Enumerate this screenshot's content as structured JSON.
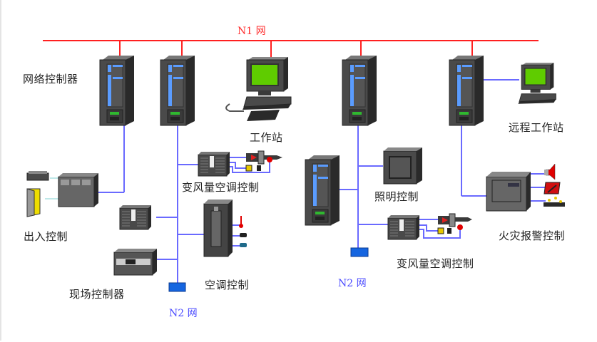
{
  "networks": {
    "n1": {
      "label": "N1 网",
      "color": "#ff2020"
    },
    "n2_left": {
      "label": "N2 网",
      "color": "#5050ff"
    },
    "n2_right": {
      "label": "N2 网",
      "color": "#5050ff"
    }
  },
  "labels": {
    "network_controller": "网络控制器",
    "workstation": "工作站",
    "remote_workstation": "远程工作站",
    "access_control": "出入控制",
    "vav_control_left": "变风量空调控制",
    "ac_control": "空调控制",
    "field_controller": "现场控制器",
    "lighting_control": "照明控制",
    "vav_control_right": "变风量空调控制",
    "fire_alarm_control": "火灾报警控制"
  },
  "colors": {
    "bus_red": "#ff2020",
    "bus_blue": "#6a6aff",
    "screen_green": "#5fcc00",
    "panel_blue": "#5a9cff",
    "terminator_blue": "#1565e0"
  }
}
